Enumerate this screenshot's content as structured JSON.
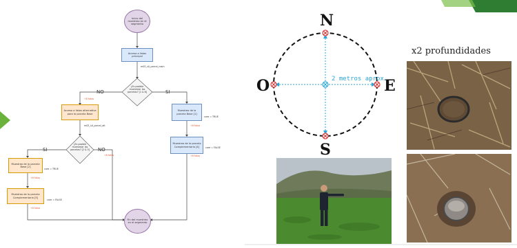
{
  "flowchart": {
    "start": "Inicio del muestreo en el segmento",
    "access_main": "Acceso a listas principal",
    "main_list_code": "m03_s0_parcel_main",
    "q1": "¿Es posible muestrear las parcelas? [1 & 6]",
    "no_label": "NO",
    "si_label": "SI",
    "access_alt": "Acceso a listas alternativa para la parcela Base",
    "alt_list_code": "m03_s0_parcel_alt",
    "sample_base_right": "Muestreo de la parcela Base [1]",
    "core_true_right": "core = TRUE",
    "photos_right_1": "+8 fotos",
    "sample_comp_right": "Muestreo de la parcela Complementaria [4]",
    "core_false_right": "core = FALSE",
    "photos_right_2": "+8 fotos",
    "q2": "¿Es posible muestrear las parcelas? [2 & 5]",
    "no_label2": "NO",
    "si_label2": "SI",
    "photos_no2": "+8 fotos",
    "photos_no1": "+8 fotos",
    "sample_base_left": "Muestreo de la parcela Base [2]",
    "core_true_left": "core = TRUE",
    "photos_left_1": "+8 fotos",
    "sample_comp_left": "Muestreo de la parcela Complementaria [5]",
    "core_false_left": "core = FALSE",
    "photos_left_2": "+8 fotos",
    "end": "Fin del muestreo en el segmento"
  },
  "compass": {
    "north": "N",
    "south": "S",
    "east": "E",
    "west": "O",
    "distance": "2 metros aprox."
  },
  "depths_label": "x2 profundidades",
  "colors": {
    "accent_green": "#5aa63a",
    "dash_blue": "#2aa7d8",
    "marker_red": "#d93a3a"
  }
}
